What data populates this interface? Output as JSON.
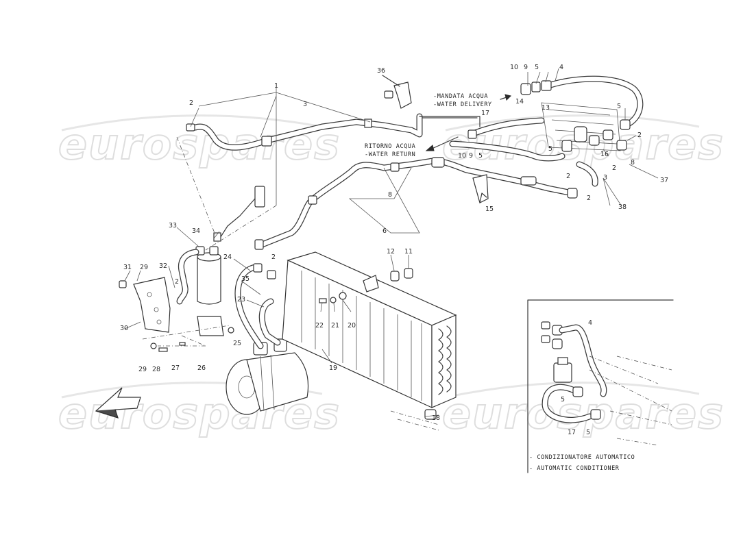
{
  "watermark": {
    "text": "eurospares"
  },
  "annotations": {
    "water_delivery_it": "-MANDATA ACQUA",
    "water_delivery_en": "-WATER DELIVERY",
    "water_return_it": "RITORNO ACQUA",
    "water_return_en": "-WATER RETURN"
  },
  "inset": {
    "caption_it": "- CONDIZIONATORE AUTOMATICO",
    "caption_en": "- AUTOMATIC CONDITIONER",
    "labels": {
      "l4": "4",
      "l5a": "5",
      "l5b": "5",
      "l17": "17"
    }
  },
  "callouts": {
    "c1": "1",
    "c2a": "2",
    "c3": "3",
    "c36": "36",
    "c10a": "10",
    "c9a": "9",
    "c5a": "5",
    "c4": "4",
    "c14": "14",
    "c13": "13",
    "c17": "17",
    "c5b": "5",
    "c10b": "10",
    "c9b": "9",
    "c5c": "5",
    "c2b": "2",
    "c16": "16",
    "c2c": "2",
    "c8a": "8",
    "c37": "37",
    "c3b": "3",
    "c2d": "2",
    "c38": "38",
    "c15": "15",
    "c8b": "8",
    "c6": "6",
    "c33": "33",
    "c34": "34",
    "c31": "31",
    "c29a": "29",
    "c32": "32",
    "c2e": "2",
    "c24": "24",
    "c35": "35",
    "c2f": "2",
    "c23": "23",
    "c12": "12",
    "c11": "11",
    "c22": "22",
    "c21": "21",
    "c20": "20",
    "c30": "30",
    "c25": "25",
    "c19": "19",
    "c29b": "29",
    "c28": "28",
    "c27": "27",
    "c26": "26",
    "c18": "18",
    "c5d": "5",
    "c2g": "2"
  }
}
